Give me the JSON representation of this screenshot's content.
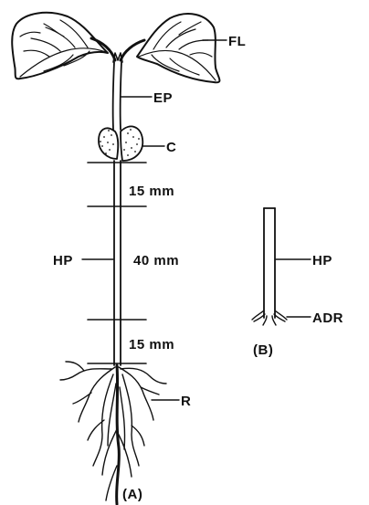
{
  "labels": {
    "fl": "FL",
    "ep": "EP",
    "c": "C",
    "hp_a": "HP",
    "r": "R",
    "hp_b": "HP",
    "adr": "ADR",
    "seg_top": "15 mm",
    "seg_mid": "40 mm",
    "seg_bot": "15 mm",
    "panel_a": "(A)",
    "panel_b": "(B)"
  },
  "colors": {
    "ink": "#111111",
    "background": "#ffffff"
  }
}
